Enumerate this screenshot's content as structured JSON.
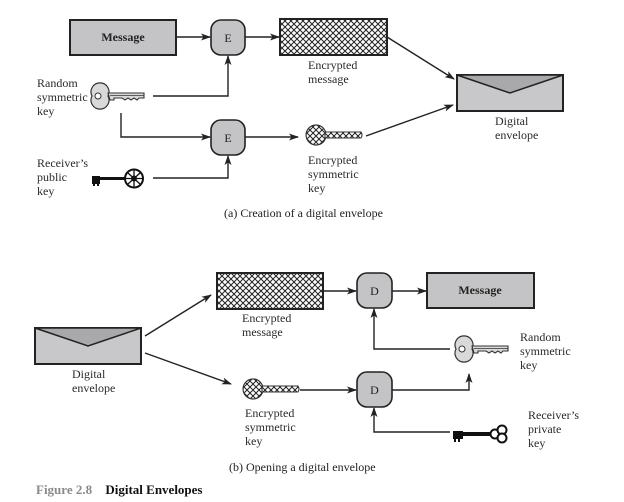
{
  "colors": {
    "box_fill": "#c4c4c6",
    "envelope_fill": "#c8c8ca",
    "envelope_flap": "#a9a9ab",
    "stroke": "#222222",
    "caption_gray": "#8a8a8a"
  },
  "part_a": {
    "message_box": "Message",
    "encrypt_op_1": "E",
    "encrypt_op_2": "E",
    "random_key_label": "Random\nsymmetric\nkey",
    "public_key_label": "Receiver’s\npublic\nkey",
    "encrypted_message_label": "Encrypted\nmessage",
    "encrypted_key_label": "Encrypted\nsymmetric\nkey",
    "envelope_label": "Digital\nenvelope",
    "caption": "(a) Creation of a digital envelope"
  },
  "part_b": {
    "envelope_label": "Digital\nenvelope",
    "encrypted_message_label": "Encrypted\nmessage",
    "encrypted_key_label": "Encrypted\nsymmetric\nkey",
    "decrypt_op_1": "D",
    "decrypt_op_2": "D",
    "message_box": "Message",
    "random_key_label": "Random\nsymmetric\nkey",
    "private_key_label": "Receiver’s\nprivate\nkey",
    "caption": "(b) Opening a digital envelope"
  },
  "figure": {
    "number": "Figure 2.8",
    "title": "Digital Envelopes"
  }
}
